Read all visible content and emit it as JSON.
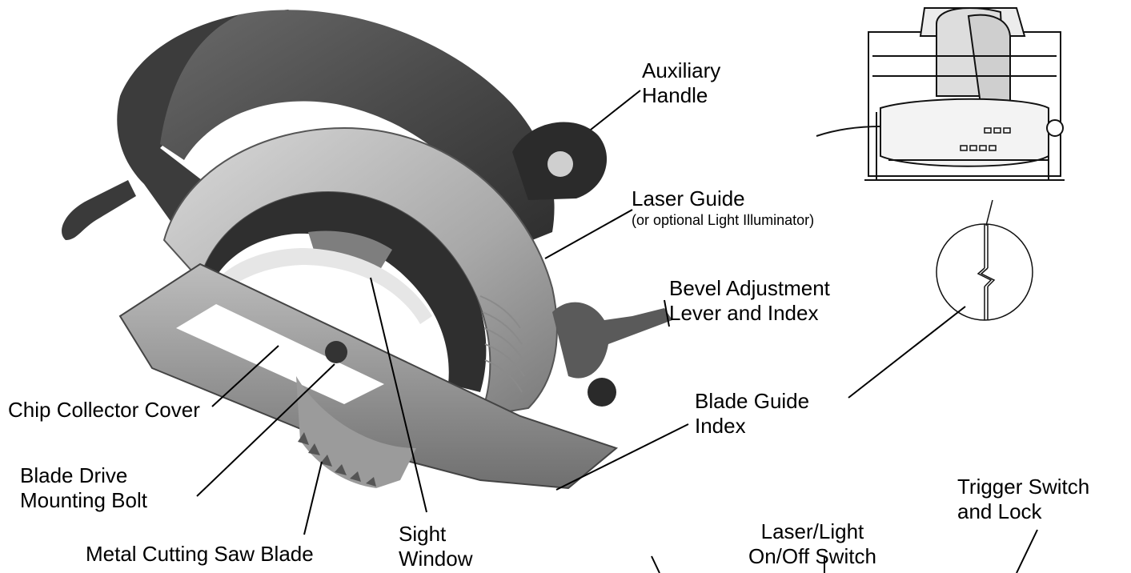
{
  "labels": {
    "auxiliary_handle": {
      "line1": "Auxiliary",
      "line2": "Handle"
    },
    "laser_guide": {
      "line1": "Laser Guide",
      "line2": "(or optional Light Illuminator)"
    },
    "bevel_adjustment": {
      "line1": "Bevel Adjustment",
      "line2": "Lever and Index"
    },
    "blade_guide_index": {
      "line1": "Blade Guide",
      "line2": "Index"
    },
    "chip_collector_cover": {
      "line1": "Chip Collector Cover"
    },
    "blade_drive_bolt": {
      "line1": "Blade Drive",
      "line2": "Mounting Bolt"
    },
    "metal_cutting_blade": {
      "line1": "Metal Cutting Saw Blade"
    },
    "sight_window": {
      "line1": "Sight",
      "line2": "Window"
    },
    "laser_light_switch": {
      "line1": "Laser/Light",
      "line2": "On/Off Switch"
    },
    "trigger_switch": {
      "line1": "Trigger Switch",
      "line2": "and Lock"
    }
  },
  "icons": {
    "saw_photo": "circular-saw-illustration",
    "front_view": "saw-front-view-drawing",
    "blade_guide_detail": "blade-guide-notch-detail"
  }
}
